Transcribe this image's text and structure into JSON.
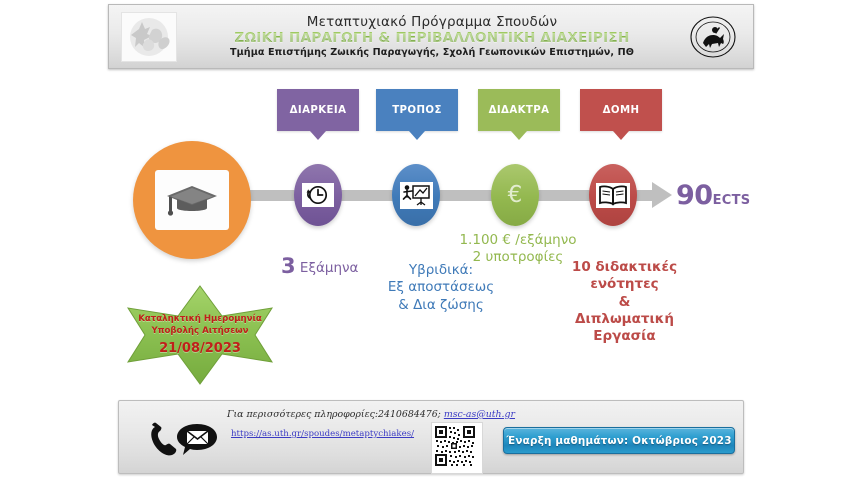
{
  "header": {
    "left_logo": "animal-silhouettes-logo",
    "right_logo": "university-of-thessaly-seal",
    "line1_cap": "Μ",
    "line1_rest": "εταπτυχιακό ",
    "line1_cap2": "Π",
    "line1_rest2": "ρόγραμμα ",
    "line1_cap3": "Σ",
    "line1_rest3": "πουδών",
    "line1_full": "Μεταπτυχιακό Πρόγραμμα Σπουδών",
    "line2": "ΖΩΙΚΗ ΠΑΡΑΓΩΓΗ & ΠΕΡΙΒΑΛΛΟΝΤΙΚΗ ΔΙΑΧΕΙΡΙΣΗ",
    "line3": "Τμήμα Επιστήμης Ζωικής Παραγωγής, Σχολή Γεωπονικών Επιστημών, ΠΘ"
  },
  "timeline": {
    "badge_icon": "graduation-cap-icon",
    "nodes": [
      {
        "label": "ΔΙΑΡΚΕΙΑ",
        "icon": "clock-icon",
        "color": "#8064a2",
        "desc_big": "3",
        "desc_rest": " Εξάμηνα"
      },
      {
        "label": "ΤΡΟΠΟΣ",
        "icon": "presentation-board-icon",
        "color": "#4a81bf",
        "desc_line1": "Υβριδικά:",
        "desc_line2": "Εξ αποστάσεως",
        "desc_line3": "& Δια ζώσης"
      },
      {
        "label": "ΔΙΔΑΚΤΡΑ",
        "icon": "euro-icon",
        "color": "#9bbb59",
        "desc_line1": "1.100 € /εξάμηνο",
        "desc_line2": "2 υποτροφίες"
      },
      {
        "label": "ΔΟΜΗ",
        "icon": "open-book-icon",
        "color": "#c0504d",
        "desc_line1": "10 διδακτικές",
        "desc_line2": "ενότητες",
        "desc_line3": "&",
        "desc_line4": "Διπλωματική",
        "desc_line5": "Εργασία"
      }
    ],
    "ects_number": "90",
    "ects_unit": "ECTS",
    "ects_color": "#7c5fa0"
  },
  "deadline_star": {
    "line1": "Καταληκτική Ημερομηνία",
    "line2": "Υποβολής Αιτήσεων",
    "date": "21/08/2023",
    "star_color": "#8cc152",
    "text_color": "#c0201a"
  },
  "footer": {
    "phone_icon": "phone-icon",
    "mail_icon": "mail-bubble-icon",
    "info_prefix": "Για περισσότερες πληροφορίες:2410684476; ",
    "email": "msc-as@uth.gr",
    "url": "https://as.uth.gr/spoudes/metaptychiakes/",
    "qr_icon": "qr-code-icon",
    "start_button": "Έναρξη μαθημάτων: Οκτώβριος 2023",
    "button_color": "#2f9fd0"
  }
}
